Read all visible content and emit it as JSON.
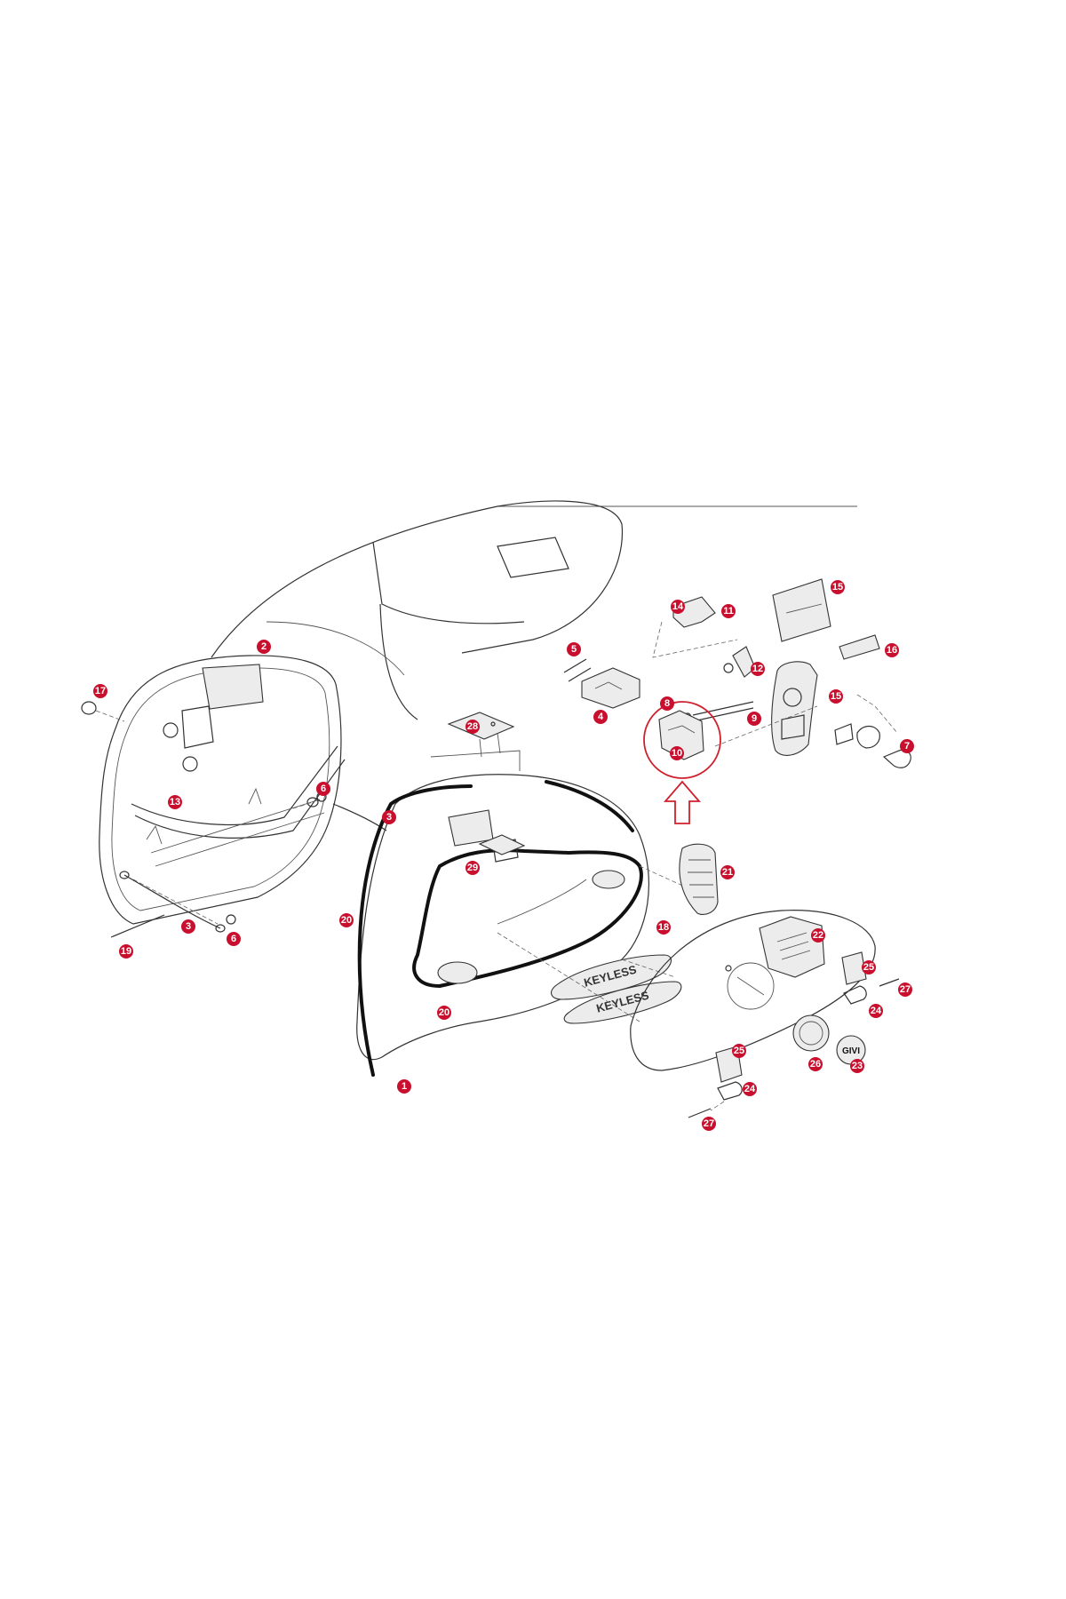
{
  "diagram": {
    "part_labels": [
      "1",
      "2",
      "3",
      "3",
      "4",
      "5",
      "6",
      "6",
      "7",
      "8",
      "9",
      "10",
      "11",
      "12",
      "13",
      "14",
      "15",
      "15",
      "16",
      "17",
      "18",
      "19",
      "20",
      "20",
      "21",
      "22",
      "23",
      "24",
      "24",
      "25",
      "25",
      "26",
      "27",
      "27",
      "28",
      "29"
    ],
    "emblem_text": [
      "KEYLESS",
      "KEYLESS"
    ],
    "logo_text": "GIVI",
    "colors": {
      "badge": "#c8102e",
      "badge_text": "#ffffff",
      "line": "#333333",
      "gasket": "#111111",
      "highlight": "#d0202e"
    },
    "icons": {
      "callout_arrow": "up-arrow-icon",
      "highlight": "circle-highlight"
    }
  }
}
